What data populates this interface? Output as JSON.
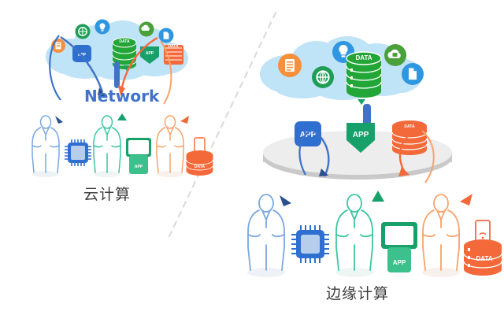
{
  "diagram": {
    "title_left": "云计算",
    "title_right": "边缘计算",
    "network_label": "Network"
  },
  "left_panel": {
    "label": "云计算",
    "cloud": {
      "name": "cloud-shape",
      "color": "#bfe3f7",
      "icons": [
        {
          "name": "server-icon",
          "shape": "circle",
          "color": "#f7903d",
          "glyph": "server"
        },
        {
          "name": "app-tile-blue",
          "shape": "rounded-square",
          "color": "#2f6fd0",
          "label": "APP"
        },
        {
          "name": "globe-network-icon",
          "shape": "circle",
          "color": "#1f9d55",
          "glyph": "globe"
        },
        {
          "name": "lightbulb-icon",
          "shape": "circle",
          "color": "#2f97e0",
          "glyph": "bulb"
        },
        {
          "name": "database-icon",
          "shape": "cylinder",
          "color": "#22a637",
          "label": "DATA"
        },
        {
          "name": "cloud-lock-icon",
          "shape": "circle",
          "color": "#4aa03a",
          "glyph": "cloud-lock"
        },
        {
          "name": "app-tag-green",
          "shape": "tag",
          "color": "#17a06a",
          "label": "APP"
        },
        {
          "name": "document-icon",
          "shape": "circle",
          "color": "#2f97e0",
          "glyph": "document"
        },
        {
          "name": "storage-stack-icon",
          "shape": "stack",
          "color": "#f4693a",
          "label": "DATA"
        }
      ]
    },
    "network_label": "Network",
    "arrow_down_color": "#2f6fd0",
    "people": [
      {
        "name": "person-blue",
        "color": "#7aa8e0",
        "device": "cpu-chip-icon",
        "device_color": "#2f6fd0",
        "arrow_color": "#2a4f8f"
      },
      {
        "name": "person-green",
        "color": "#3cc6a0",
        "device": "kiosk-app-icon",
        "device_color": "#17a06a",
        "device_label": "APP",
        "arrow_color": "#17a06a"
      },
      {
        "name": "person-orange",
        "color": "#f9a36a",
        "device": "data-stack-phone-icon",
        "device_color": "#f4693a",
        "device_label": "DATA",
        "arrow_color": "#f4693a"
      }
    ]
  },
  "right_panel": {
    "label": "边缘计算",
    "cloud": {
      "name": "cloud-shape",
      "color": "#bfe3f7",
      "icons": [
        {
          "name": "server-icon",
          "shape": "circle",
          "color": "#f7903d",
          "glyph": "server"
        },
        {
          "name": "globe-network-icon",
          "shape": "circle",
          "color": "#1f9d55",
          "glyph": "globe"
        },
        {
          "name": "lightbulb-icon",
          "shape": "circle",
          "color": "#2f97e0",
          "glyph": "bulb"
        },
        {
          "name": "database-icon",
          "shape": "cylinder",
          "color": "#22a637",
          "label": "DATA"
        },
        {
          "name": "cloud-lock-icon",
          "shape": "circle",
          "color": "#4aa03a",
          "glyph": "cloud-lock"
        },
        {
          "name": "document-icon",
          "shape": "circle",
          "color": "#2f97e0",
          "glyph": "document"
        }
      ]
    },
    "platform": {
      "name": "edge-platform",
      "top_color": "#ededed",
      "side_color": "#c9c9c9"
    },
    "platform_items": [
      {
        "name": "app-tile-blue",
        "shape": "rounded-square",
        "color": "#2f6fd0",
        "label": "APP"
      },
      {
        "name": "app-tag-green",
        "shape": "tag",
        "color": "#17a06a",
        "label": "APP"
      },
      {
        "name": "storage-stack-orange",
        "shape": "stack",
        "color": "#f4693a",
        "label": "DATA"
      }
    ],
    "arrow_down_color": "#2f6fd0",
    "people": [
      {
        "name": "person-blue",
        "color": "#7aa8e0",
        "device": "cpu-chip-icon",
        "device_color": "#2f6fd0",
        "arrow_color": "#2a4f8f"
      },
      {
        "name": "person-green",
        "color": "#3cc6a0",
        "device": "kiosk-app-icon",
        "device_color": "#17a06a",
        "device_label": "APP",
        "arrow_color": "#17a06a"
      },
      {
        "name": "person-orange",
        "color": "#f9a36a",
        "device": "data-stack-phone-icon",
        "device_color": "#f4693a",
        "device_label": "DATA",
        "arrow_color": "#f4693a"
      }
    ]
  },
  "divider": {
    "name": "dashed-divider",
    "color": "#d8d8d8",
    "style": "dashed"
  },
  "colors": {
    "cloud": "#bfe3f7",
    "blue": "#2f6fd0",
    "green": "#17a06a",
    "orange": "#f4693a",
    "text": "#3d3d3d",
    "network_text": "#3f73c8"
  }
}
